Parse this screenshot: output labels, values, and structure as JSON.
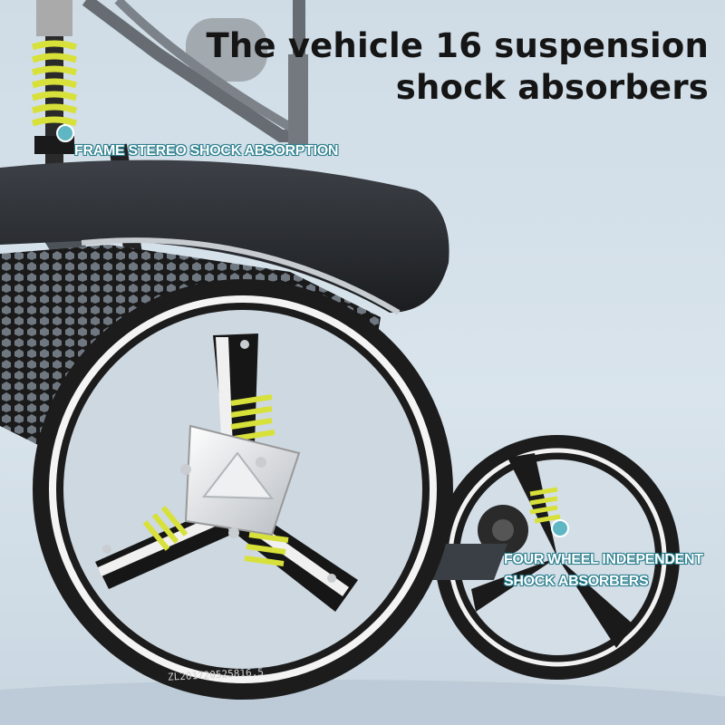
{
  "headline": {
    "line1": "The vehicle 16 suspension",
    "line2": "shock absorbers"
  },
  "callouts": {
    "frame": "FRAME STEREO SHOCK ABSORPTION",
    "wheel_line1": "FOUR WHEEL INDEPENDENT",
    "wheel_line2": "SHOCK ABSORBERS"
  },
  "tire_serial": "ZL201720525816.5",
  "colors": {
    "background": "#d3dfe8",
    "spring": "#d8e13a",
    "callout_dot": "#5fb7c4",
    "tire": "#1c1c1c"
  }
}
